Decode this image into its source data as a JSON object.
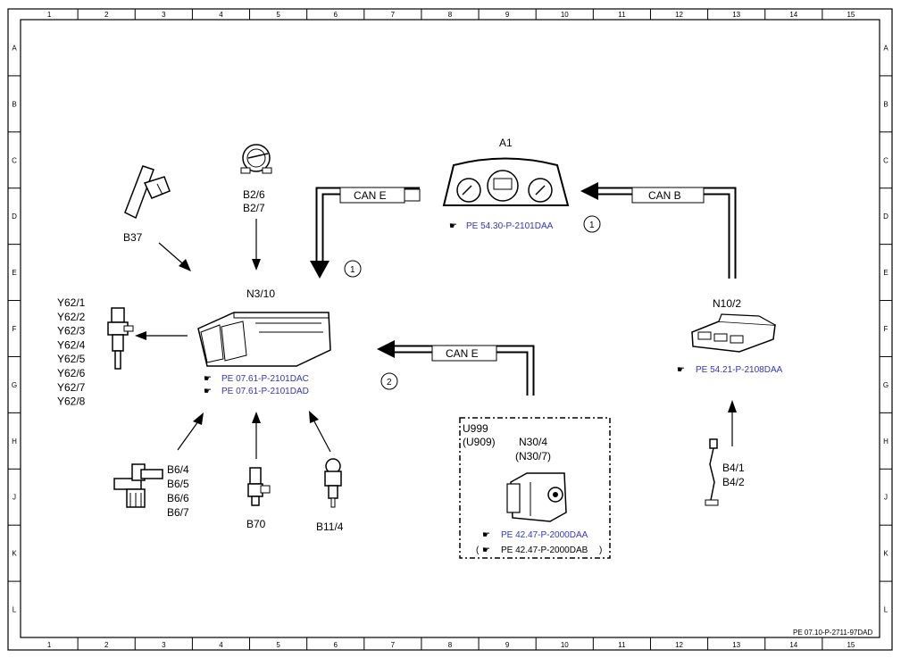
{
  "frame": {
    "columns": [
      "1",
      "2",
      "3",
      "4",
      "5",
      "6",
      "7",
      "8",
      "9",
      "10",
      "11",
      "12",
      "13",
      "14",
      "15"
    ],
    "rows": [
      "A",
      "B",
      "C",
      "D",
      "E",
      "F",
      "G",
      "H",
      "J",
      "K",
      "L"
    ]
  },
  "components": {
    "a1": {
      "label": "A1",
      "ref": "PE 54.30-P-2101DAA"
    },
    "n3_10": {
      "label": "N3/10",
      "refs": [
        "PE 07.61-P-2101DAC",
        "PE 07.61-P-2101DAD"
      ]
    },
    "n10_2": {
      "label": "N10/2",
      "ref": "PE 54.21-P-2108DAA"
    },
    "b37": {
      "label": "B37"
    },
    "b2": {
      "labels": [
        "B2/6",
        "B2/7"
      ]
    },
    "y62": {
      "labels": [
        "Y62/1",
        "Y62/2",
        "Y62/3",
        "Y62/4",
        "Y62/5",
        "Y62/6",
        "Y62/7",
        "Y62/8"
      ]
    },
    "b6": {
      "labels": [
        "B6/4",
        "B6/5",
        "B6/6",
        "B6/7"
      ]
    },
    "b70": {
      "label": "B70"
    },
    "b11_4": {
      "label": "B11/4"
    },
    "b4": {
      "labels": [
        "B4/1",
        "B4/2"
      ]
    },
    "u999": {
      "labels": [
        "U999",
        "(U909)"
      ]
    },
    "n30": {
      "labels": [
        "N30/4",
        "(N30/7)"
      ],
      "ref": "PE 42.47-P-2000DAA",
      "ref_alt": "PE 42.47-P-2000DAB",
      "ref_alt_open": "(",
      "ref_alt_close": ")"
    }
  },
  "buses": {
    "can_e_top": "CAN E",
    "can_b": "CAN B",
    "can_e_mid": "CAN E",
    "marker_1a": "1",
    "marker_1b": "1",
    "marker_2": "2"
  },
  "footer": {
    "doc_id": "PE 07.10-P-2711-97DAD"
  },
  "colors": {
    "link": "#3333cc",
    "line": "#000000"
  }
}
